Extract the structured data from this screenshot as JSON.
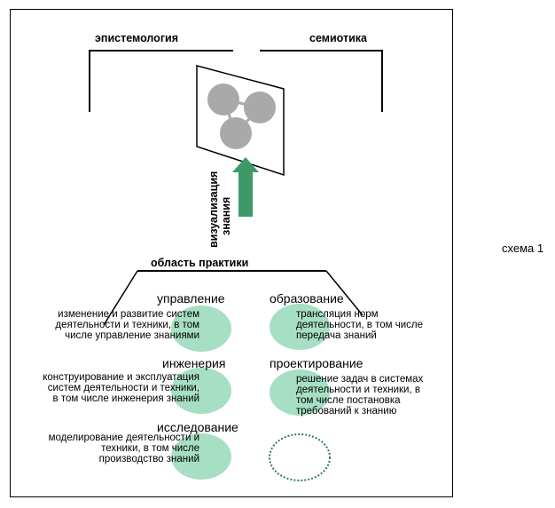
{
  "top": {
    "left_label": "эпистемология",
    "right_label": "семиотика"
  },
  "center": {
    "vertical_label_line1": "визуализация",
    "vertical_label_line2": "знания"
  },
  "practice": {
    "title": "область практики",
    "items": [
      {
        "category": "управление",
        "description": [
          "изменение и развитие систем",
          "деятельности и техники, в том",
          "числе управление знаниями"
        ]
      },
      {
        "category": "образование",
        "description": [
          "трансляция норм",
          "деятельности, в том числе",
          "передача знаний"
        ]
      },
      {
        "category": "инженерия",
        "description": [
          "конструирование и эксплуатация",
          "систем деятельности и техники,",
          "в том числе инженерия знаний"
        ]
      },
      {
        "category": "проектирование",
        "description": [
          "решение задач в системах",
          "деятельности и техники, в",
          "том числе постановка",
          "требований к знанию"
        ]
      },
      {
        "category": "исследование",
        "description": [
          "моделирование деятельности и",
          "техники, в том числе",
          "производство знаний"
        ]
      }
    ]
  },
  "side_caption": "схема 1",
  "colors": {
    "ellipse_fill": "#a6dfc3",
    "arrow": "#3d9a68",
    "molecule": "#a9a9a9",
    "dotted_ellipse": "#2e7d4f",
    "lines": "#000000"
  }
}
